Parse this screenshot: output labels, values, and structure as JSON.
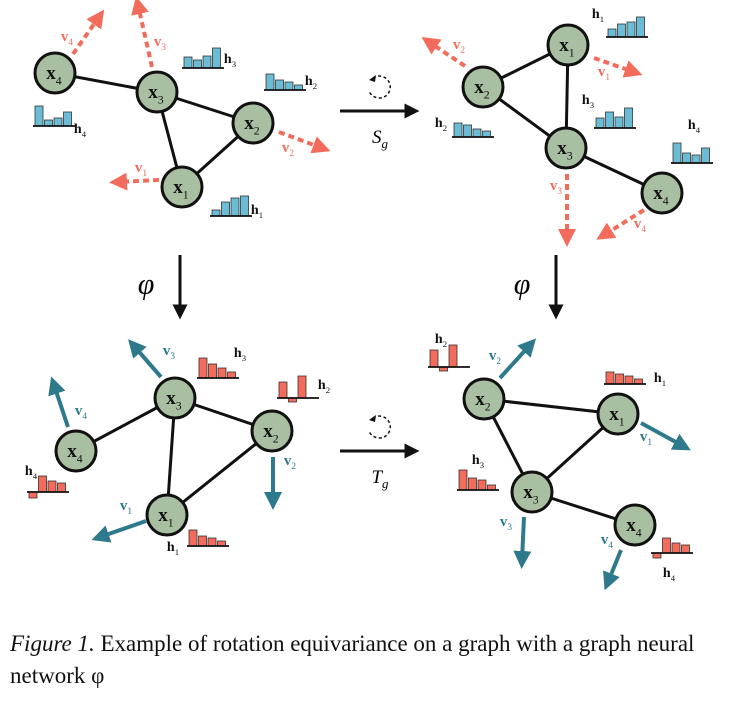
{
  "colors": {
    "node_fill": "#a9bfa1",
    "node_stroke": "#111111",
    "input_accent": "#f26b5b",
    "output_accent": "#2e7a8c",
    "input_bars": "#6bbdd6",
    "output_bars": "#f26b5b"
  },
  "nodes": {
    "x1": "x1",
    "x2": "x2",
    "x3": "x3",
    "x4": "x4"
  },
  "features": {
    "h1": "h1",
    "h2": "h2",
    "h3": "h3",
    "h4": "h4"
  },
  "velocities": {
    "v1": "v1",
    "v2": "v2",
    "v3": "v3",
    "v4": "v4"
  },
  "transforms": {
    "input": "S",
    "output": "T",
    "subscript": "g"
  },
  "network": "φ",
  "caption": {
    "lead": "Figure 1.",
    "text": "Example of rotation equivariance on a graph with a graph neural network φ"
  },
  "icons": [
    "rotate-ccw-icon",
    "arrow-right-icon",
    "arrow-down-icon"
  ]
}
